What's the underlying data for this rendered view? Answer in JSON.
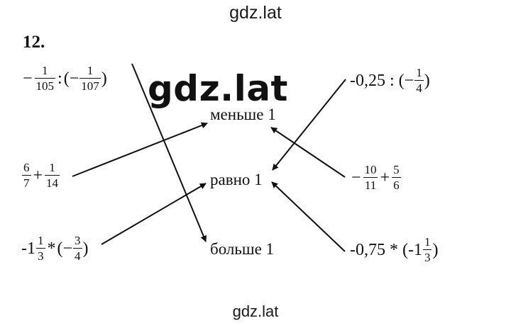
{
  "watermark": {
    "top": "gdz.lat",
    "center": "gdz.lat",
    "bottom": "gdz.lat"
  },
  "task_number": "12.",
  "left_expressions": {
    "e1": {
      "minus1": "−",
      "f1_num": "1",
      "f1_den": "105",
      "op": ":",
      "open": "(−",
      "f2_num": "1",
      "f2_den": "107",
      "close": ")"
    },
    "e2": {
      "f1_num": "6",
      "f1_den": "7",
      "op": "+",
      "f2_num": "1",
      "f2_den": "14"
    },
    "e3": {
      "whole": "-1",
      "f1_num": "1",
      "f1_den": "3",
      "op": "*",
      "open": "(−",
      "f2_num": "3",
      "f2_den": "4",
      "close": ")"
    }
  },
  "right_expressions": {
    "e1": {
      "lead": "-0,25 : (−",
      "f_num": "1",
      "f_den": "4",
      "close": ")"
    },
    "e2": {
      "minus": "−",
      "f1_num": "10",
      "f1_den": "11",
      "op": "+",
      "f2_num": "5",
      "f2_den": "6"
    },
    "e3": {
      "lead": "-0,75 * (-1",
      "f_num": "1",
      "f_den": "3",
      "close": ")"
    }
  },
  "middle_labels": {
    "less": "меньше 1",
    "equal": "равно 1",
    "greater": "больше 1"
  },
  "colors": {
    "ink": "#111111",
    "background": "#ffffff"
  }
}
